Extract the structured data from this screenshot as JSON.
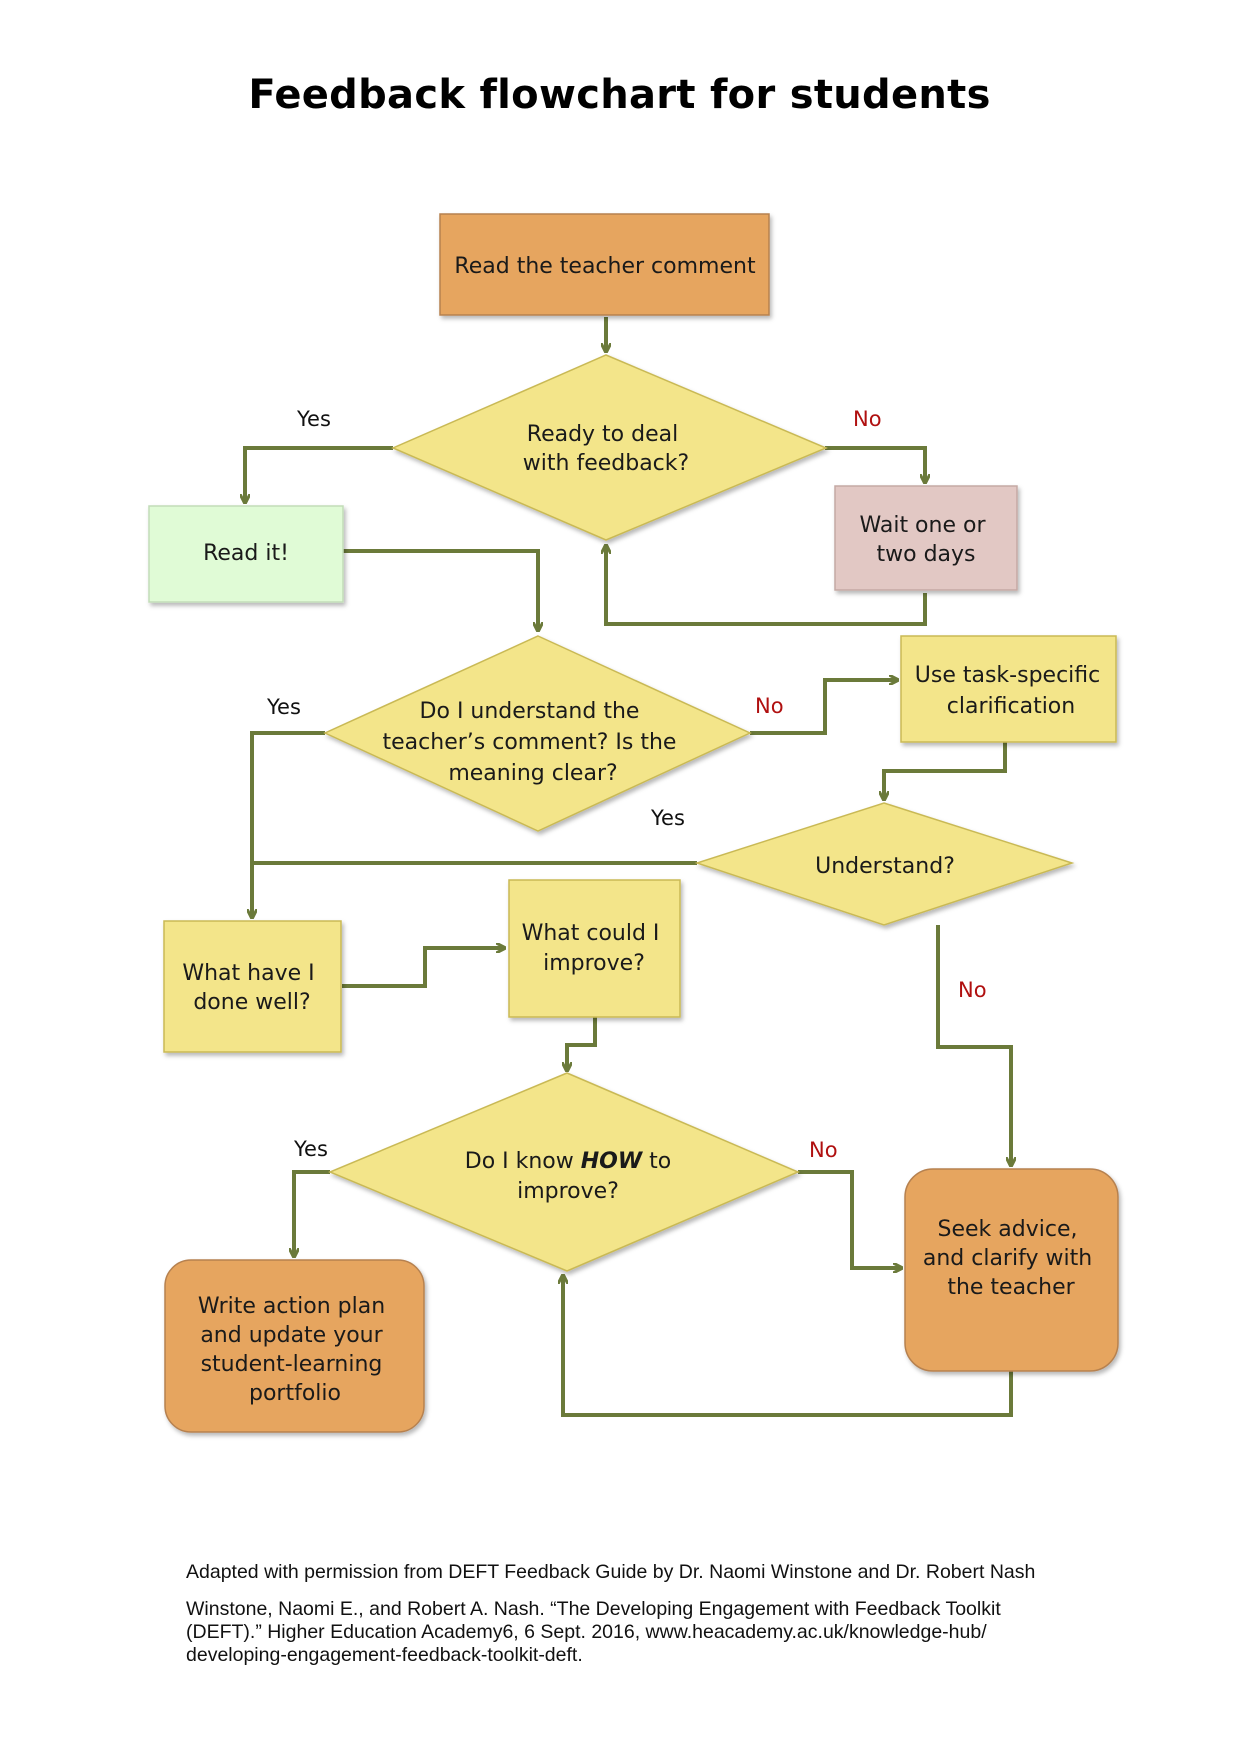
{
  "title": "Feedback flowchart for students",
  "nodes": {
    "read_comment": {
      "lines": [
        "Read the teacher comment"
      ]
    },
    "ready": {
      "lines": [
        "Ready to deal",
        "with feedback?"
      ]
    },
    "read_it": {
      "lines": [
        "Read it!"
      ]
    },
    "wait": {
      "lines": [
        "Wait one or",
        "two days"
      ]
    },
    "understand_comment": {
      "lines": [
        "Do I understand the",
        "teacher’s comment? Is the",
        "meaning clear?"
      ]
    },
    "clarification": {
      "lines": [
        "Use task-specific",
        "clarification"
      ]
    },
    "understand": {
      "lines": [
        "Understand?"
      ]
    },
    "done_well": {
      "lines": [
        "What have I",
        "done well?"
      ]
    },
    "improve": {
      "lines": [
        "What could I",
        "improve?"
      ]
    },
    "know_how": {
      "line1_pre": "Do I know ",
      "line1_emph": "HOW",
      "line1_post": " to",
      "line2": "improve?"
    },
    "seek_advice": {
      "lines": [
        "Seek advice,",
        "and clarify with",
        "the teacher"
      ]
    },
    "action_plan": {
      "lines": [
        "Write action plan",
        "and update your",
        "student-learning",
        "portfolio"
      ]
    }
  },
  "labels": {
    "yes": "Yes",
    "no": "No"
  },
  "colors": {
    "orange": "#e6a55e",
    "yellow": "#f3e58a",
    "green": "#e0fbd6",
    "pink": "#e2c8c4",
    "connector": "#6b7a3a",
    "no_label": "#b01010"
  },
  "footer": {
    "permission": "Adapted with permission from DEFT Feedback Guide by Dr. Naomi Winstone and Dr. Robert Nash",
    "citation_lines": [
      "Winstone, Naomi E., and Robert A. Nash. “The Developing Engagement with Feedback Toolkit",
      "(DEFT).” Higher Education Academy6, 6 Sept. 2016, www.heacademy.ac.uk/knowledge-hub/",
      "developing-engagement-feedback-toolkit-deft."
    ]
  }
}
